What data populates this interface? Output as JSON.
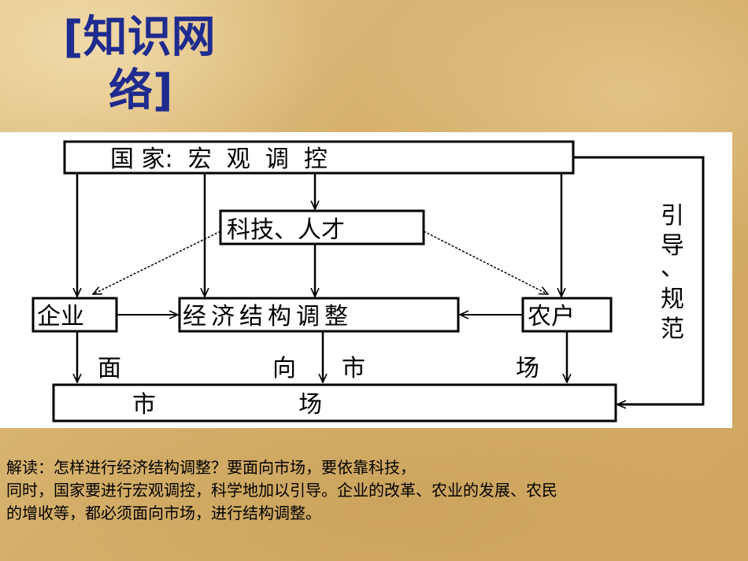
{
  "title": {
    "line1": "[知识网",
    "line2": "络]"
  },
  "diagram": {
    "nodes": {
      "state": "国 家:  宏  观  调  控",
      "tech": "科技、人才",
      "enterprise": "企业",
      "structure": "经济结构调整",
      "farmer": "农户",
      "market": "市                   场"
    },
    "edge_labels": {
      "face": "面",
      "toward": "向",
      "market_char": "市",
      "field_char": "场",
      "guide": [
        "引",
        "导",
        "、",
        "规",
        "范"
      ]
    }
  },
  "explanation": {
    "line1": "解读：怎样进行经济结构调整？要面向市场，要依靠科技，",
    "line2": "同时，国家要进行宏观调控，科学地加以引导。企业的改革、农业的发展、农民",
    "line3": "的增收等，都必须面向市场，进行结构调整。"
  }
}
